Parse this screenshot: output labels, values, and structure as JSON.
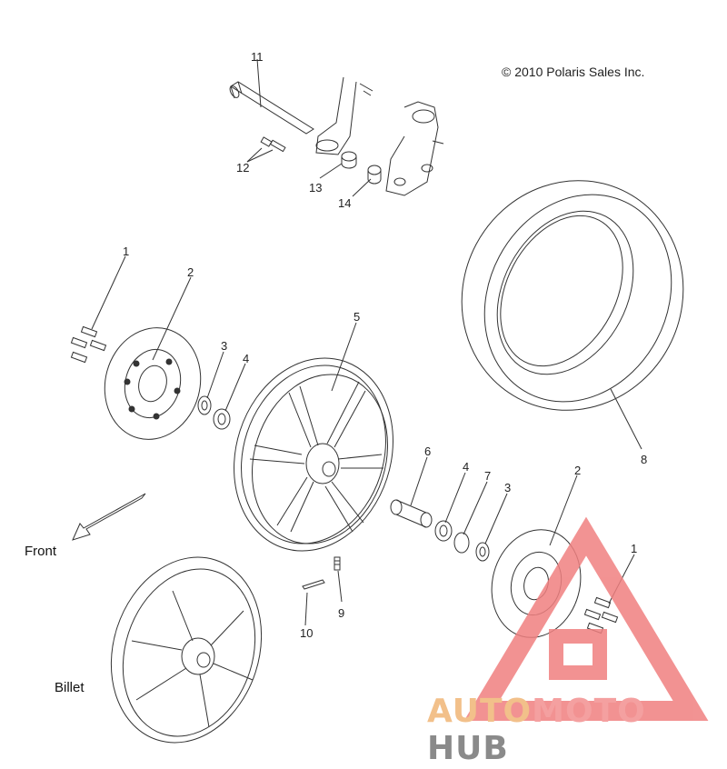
{
  "copyright": "© 2010 Polaris Sales Inc.",
  "labels": {
    "front": "Front",
    "billet": "Billet"
  },
  "callouts": [
    "11",
    "12",
    "13",
    "14",
    "1",
    "2",
    "3",
    "4",
    "5",
    "8",
    "6",
    "4",
    "7",
    "3",
    "2",
    "1",
    "9",
    "10"
  ],
  "watermark": {
    "part1": "AUTO",
    "part2": "MOTO",
    "part3": "HUB",
    "colors": {
      "auto": "#f2c08a",
      "moto": "#f4a0a0",
      "hub": "#8a8a8a",
      "triangle": "#f08080"
    }
  }
}
